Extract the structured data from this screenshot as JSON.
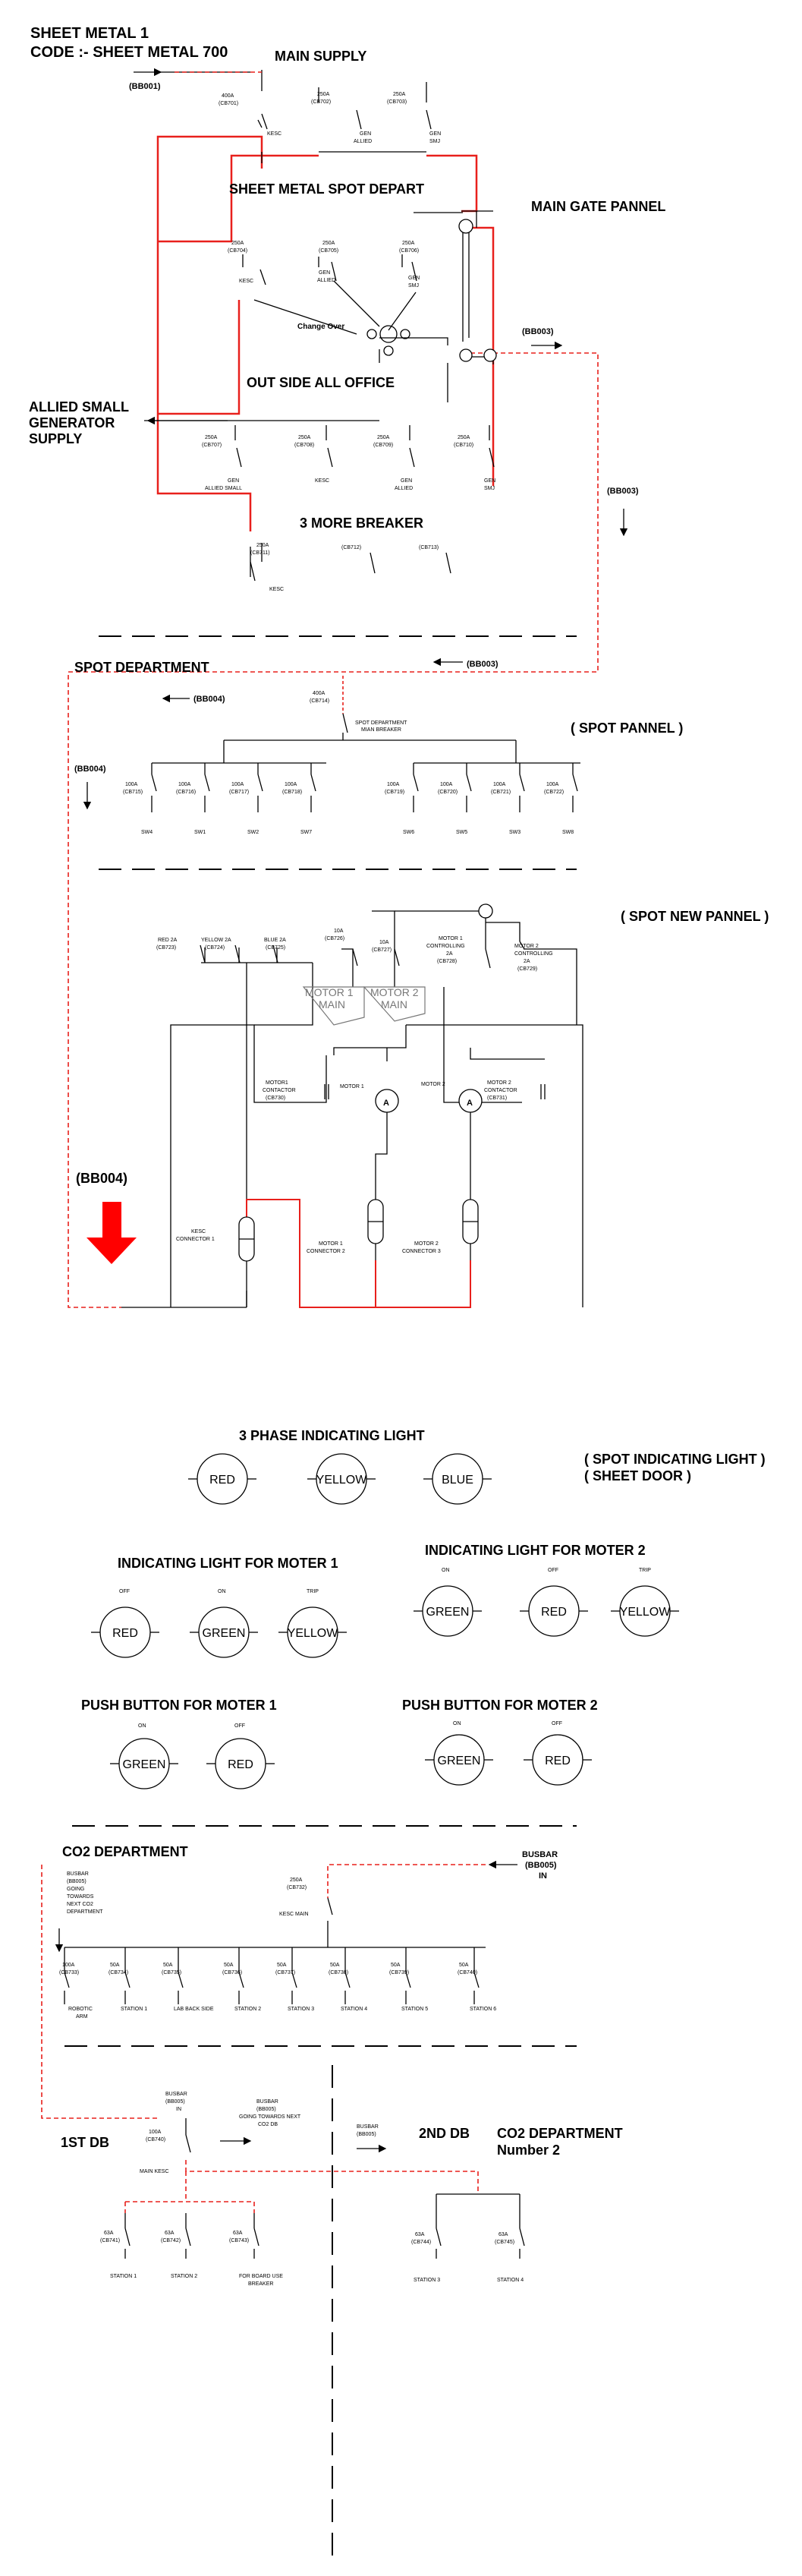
{
  "title": {
    "line1": "SHEET METAL 1",
    "line2": "CODE :- SHEET METAL 700"
  },
  "colors": {
    "line": "#000000",
    "feed": "#e8201c",
    "dashed": "#e8201c",
    "arrow": "#ff0000"
  },
  "sections": {
    "main_supply": "MAIN SUPPLY",
    "spot_depart": "SHEET METAL SPOT DEPART",
    "main_gate": "MAIN GATE PANNEL",
    "outside_office": "OUT SIDE ALL OFFICE",
    "allied_gen_1": "ALLIED SMALL",
    "allied_gen_2": "GENERATOR",
    "allied_gen_3": "SUPPLY",
    "more_breaker": "3 MORE BREAKER",
    "spot_department": "SPOT DEPARTMENT",
    "spot_pannel": "( SPOT PANNEL )",
    "spot_new_pannel": "( SPOT NEW PANNEL )",
    "three_phase": "3 PHASE INDICATING LIGHT",
    "spot_light_1": "( SPOT INDICATING LIGHT )",
    "spot_light_2": "( SHEET DOOR )",
    "ind_m1": "INDICATING LIGHT FOR MOTER 1",
    "ind_m2": "INDICATING LIGHT FOR MOTER 2",
    "push_m1": "PUSH BUTTON FOR MOTER 1",
    "push_m2": "PUSH BUTTON FOR MOTER 2",
    "co2": "CO2 DEPARTMENT",
    "first_db": "1ST DB",
    "second_db": "2ND DB",
    "co2_2_1": "CO2 DEPARTMENT",
    "co2_2_2": "Number 2"
  },
  "busbars": {
    "bb001": "(BB001)",
    "bb003a": "(BB003)",
    "bb003b": "(BB003)",
    "bb003c": "(BB003)",
    "bb004a": "(BB004)",
    "bb004b": "(BB004)",
    "bb004c": "(BB004)"
  },
  "changeover": "Change Over",
  "breakers": {
    "cb701": {
      "r": "400A",
      "c": "(CB701)",
      "l": "KESC"
    },
    "cb702": {
      "r": "250A",
      "c": "(CB702)",
      "l1": "GEN",
      "l2": "ALLIED"
    },
    "cb703": {
      "r": "250A",
      "c": "(CB703)",
      "l1": "GEN",
      "l2": "SMJ"
    },
    "cb704": {
      "r": "250A",
      "c": "(CB704)",
      "l": "KESC"
    },
    "cb705": {
      "r": "250A",
      "c": "(CB705)",
      "l1": "GEN",
      "l2": "ALLIED"
    },
    "cb706": {
      "r": "250A",
      "c": "(CB706)",
      "l1": "GEN",
      "l2": "SMJ"
    },
    "cb707": {
      "r": "250A",
      "c": "(CB707)",
      "l1": "GEN",
      "l2": "ALLIED SMALL"
    },
    "cb708": {
      "r": "250A",
      "c": "(CB708)",
      "l": "KESC"
    },
    "cb709": {
      "r": "250A",
      "c": "(CB709)",
      "l1": "GEN",
      "l2": "ALLIED"
    },
    "cb710": {
      "r": "250A",
      "c": "(CB710)",
      "l1": "GEN",
      "l2": "SMJ"
    },
    "cb711": {
      "r": "250A",
      "c": "(CB711)",
      "l": "KESC"
    },
    "cb712": {
      "c": "(CB712)"
    },
    "cb713": {
      "c": "(CB713)"
    },
    "cb714": {
      "r": "400A",
      "c": "(CB714)",
      "l1": "SPOT DEPARTMENT",
      "l2": "MIAN BREAKER"
    }
  },
  "spot_breakers": [
    {
      "r": "100A",
      "c": "(CB715)",
      "sw": "SW4"
    },
    {
      "r": "100A",
      "c": "(CB716)",
      "sw": "SW1"
    },
    {
      "r": "100A",
      "c": "(CB717)",
      "sw": "SW2"
    },
    {
      "r": "100A",
      "c": "(CB718)",
      "sw": "SW7"
    },
    {
      "r": "100A",
      "c": "(CB719)",
      "sw": "SW6"
    },
    {
      "r": "100A",
      "c": "(CB720)",
      "sw": "SW5"
    },
    {
      "r": "100A",
      "c": "(CB721)",
      "sw": "SW3"
    },
    {
      "r": "100A",
      "c": "(CB722)",
      "sw": "SW8"
    }
  ],
  "new_pannel": {
    "cb723": {
      "r": "RED 2A",
      "c": "(CB723)"
    },
    "cb724": {
      "r": "YELLOW 2A",
      "c": "(CB724)"
    },
    "cb725": {
      "r": "BLUE 2A",
      "c": "(CB725)"
    },
    "cb726": {
      "r": "10A",
      "c": "(CB726)"
    },
    "cb727": {
      "r": "10A",
      "c": "(CB727)"
    },
    "cb728": {
      "l1": "MOTOR 1",
      "l2": "CONTROLLING",
      "l3": "2A",
      "c": "(CB728)"
    },
    "cb729": {
      "l1": "MOTOR 2",
      "l2": "CONTROLLING",
      "l3": "2A",
      "c": "(CB729)"
    },
    "motor1_main_1": "MOTOR 1",
    "motor1_main_2": "MAIN",
    "motor2_main_1": "MOTOR 2",
    "motor2_main_2": "MAIN",
    "cb730": {
      "l1": "MOTOR1",
      "l2": "CONTACTOR",
      "c": "(CB730)"
    },
    "cb731": {
      "l1": "MOTOR 2",
      "l2": "CONTACTOR",
      "c": "(CB731)"
    },
    "motor1": "MOTOR 1",
    "motor2": "MOTOR 2",
    "ammeter": "A",
    "kesc_conn_1": "KESC",
    "kesc_conn_2": "CONNECTOR 1",
    "m1_conn_1": "MOTOR 1",
    "m1_conn_2": "CONNECTOR 2",
    "m2_conn_1": "MOTOR 2",
    "m2_conn_2": "CONNECTOR 3"
  },
  "lights": {
    "phase": [
      "RED",
      "YELLOW",
      "BLUE"
    ],
    "m1": [
      {
        "cap": "OFF",
        "txt": "RED"
      },
      {
        "cap": "ON",
        "txt": "GREEN"
      },
      {
        "cap": "TRIP",
        "txt": "YELLOW"
      }
    ],
    "m2": [
      {
        "cap": "ON",
        "txt": "GREEN"
      },
      {
        "cap": "OFF",
        "txt": "RED"
      },
      {
        "cap": "TRIP",
        "txt": "YELLOW"
      }
    ],
    "push_m1": [
      {
        "cap": "ON",
        "txt": "GREEN"
      },
      {
        "cap": "OFF",
        "txt": "RED"
      }
    ],
    "push_m2": [
      {
        "cap": "ON",
        "txt": "GREEN"
      },
      {
        "cap": "OFF",
        "txt": "RED"
      }
    ]
  },
  "co2": {
    "busbar_in_1": "BUSBAR",
    "busbar_in_2": "(BB005)",
    "busbar_in_3": "IN",
    "towards": [
      "BUSBAR",
      "(BB005)",
      "GOING",
      "TOWARDS",
      "NEXT CO2",
      "DEPARTMENT"
    ],
    "main": {
      "r": "250A",
      "c": "(CB732)",
      "l": "KESC MAIN"
    },
    "branches": [
      {
        "r": "100A",
        "c": "(CB733)",
        "l1": "ROBOTIC",
        "l2": "ARM"
      },
      {
        "r": "50A",
        "c": "(CB734)",
        "l1": "STATION 1",
        "l2": ""
      },
      {
        "r": "50A",
        "c": "(CB735)",
        "l1": "LAB BACK SIDE",
        "l2": ""
      },
      {
        "r": "50A",
        "c": "(CB736)",
        "l1": "STATION 2",
        "l2": ""
      },
      {
        "r": "50A",
        "c": "(CB737)",
        "l1": "STATION 3",
        "l2": ""
      },
      {
        "r": "50A",
        "c": "(CB738)",
        "l1": "STATION 4",
        "l2": ""
      },
      {
        "r": "50A",
        "c": "(CB739)",
        "l1": "STATION 5",
        "l2": ""
      },
      {
        "r": "50A",
        "c": "(CB740)",
        "l1": "STATION 6",
        "l2": ""
      }
    ]
  },
  "db": {
    "in": [
      "BUSBAR",
      "(BB005)",
      "IN"
    ],
    "main": {
      "r": "100A",
      "c": "(CB740)",
      "l": "MAIN KESC"
    },
    "going": [
      "BUSBAR",
      "(BB005)",
      "GOING TOWARDS NEXT",
      "CO2 DB"
    ],
    "bb005": [
      "BUSBAR",
      "(BB005)"
    ],
    "db1": [
      {
        "r": "63A",
        "c": "(CB741)",
        "l1": "STATION 1",
        "l2": ""
      },
      {
        "r": "63A",
        "c": "(CB742)",
        "l1": "STATION 2",
        "l2": ""
      },
      {
        "r": "63A",
        "c": "(CB743)",
        "l1": "FOR BOARD USE",
        "l2": "BREAKER"
      }
    ],
    "db2": [
      {
        "r": "63A",
        "c": "(CB744)",
        "l": "STATION 3"
      },
      {
        "r": "63A",
        "c": "(CB745)",
        "l": "STATION 4"
      }
    ]
  }
}
